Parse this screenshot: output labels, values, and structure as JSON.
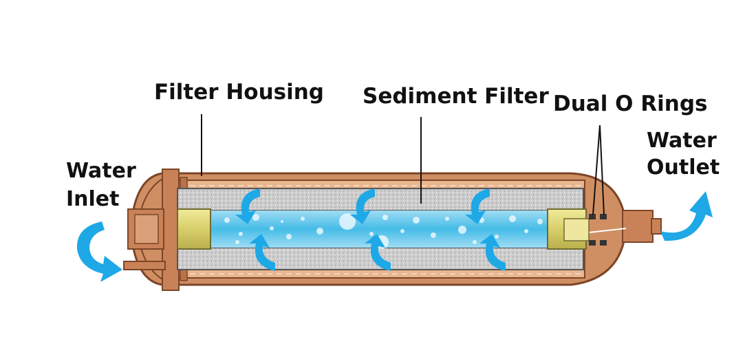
{
  "labels": {
    "filter_housing": "Filter Housing",
    "sediment_filter": "Sediment Filter",
    "dual_o_rings": "Dual O Rings",
    "water_inlet_line1": "Water",
    "water_inlet_line2": "Inlet",
    "water_outlet_line1": "Water",
    "water_outlet_line2": "Outlet"
  },
  "colors": {
    "housing": "#c98a5e",
    "housing_light": "#e7b68f",
    "housing_dark": "#8a5232",
    "sediment": "#c9c9c9",
    "water": "#4fc1ea",
    "water_light": "#bdeafb",
    "end_cap": "#dcd47f",
    "arrow": "#1fa8e6",
    "leader_line": "#111111"
  },
  "icons": [
    "flow-arrow-icon",
    "inlet-arrow-icon",
    "outlet-arrow-icon"
  ]
}
